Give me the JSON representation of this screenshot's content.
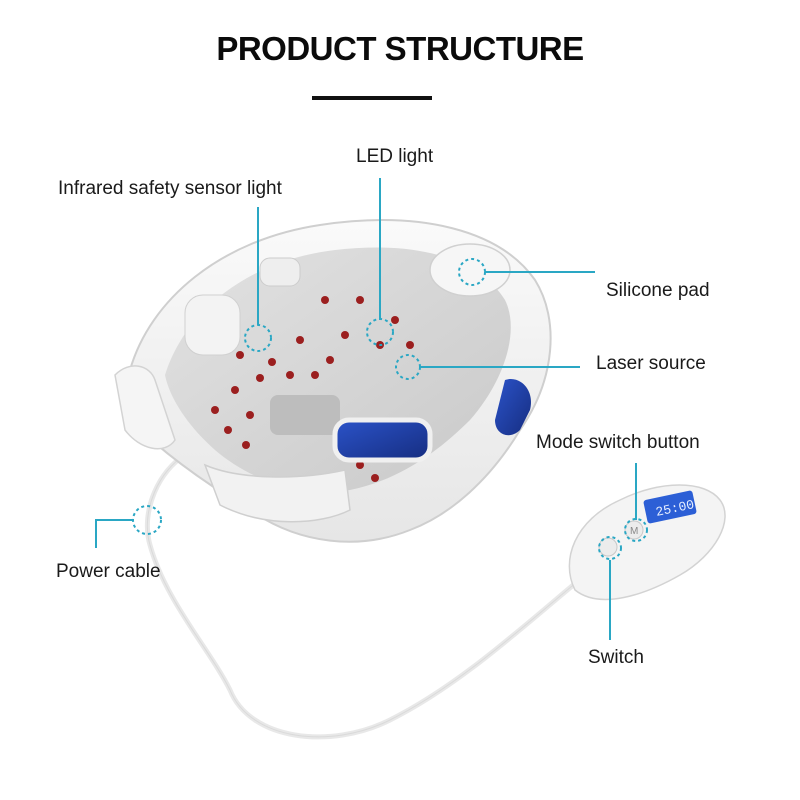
{
  "title": "PRODUCT STRUCTURE",
  "labels": {
    "led_light": "LED light",
    "infrared_sensor": "Infrared safety sensor light",
    "silicone_pad": "Silicone pad",
    "laser_source": "Laser source",
    "mode_switch": "Mode switch button",
    "power_cable": "Power cable",
    "switch": "Switch"
  },
  "remote": {
    "display_value": "25:00",
    "mode_button_glyph": "M"
  },
  "colors": {
    "callout": "#2aa7c4",
    "device_shell": "#f4f4f4",
    "device_inner": "#d6d6d6",
    "accent_blue": "#1e3fa8",
    "led_red": "#9b1f1f"
  }
}
